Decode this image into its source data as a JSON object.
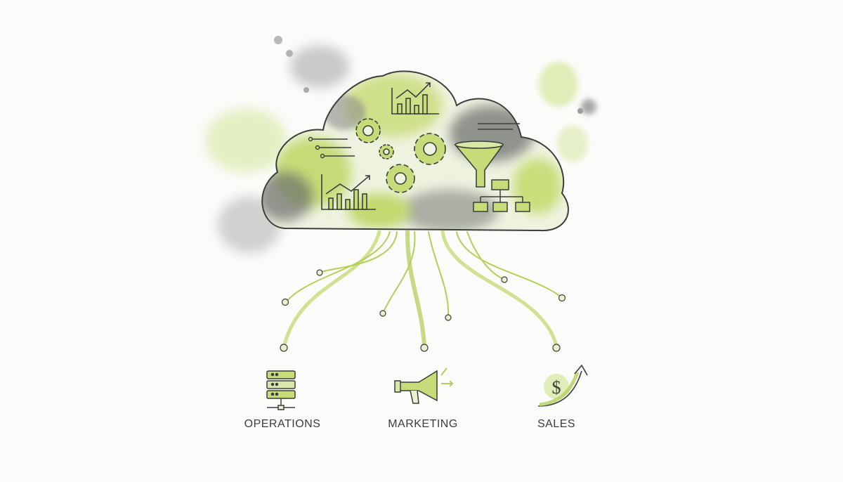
{
  "palette": {
    "green": "#b4cf5c",
    "green_light": "#d9e8a6",
    "ink": "#3b3f3b",
    "gray": "#8a8d8a"
  },
  "cloud": {
    "icons": [
      "line-chart-icon",
      "gear-icon",
      "funnel-icon",
      "org-chart-icon",
      "bar-chart-icon"
    ]
  },
  "departments": [
    {
      "label": "OPERATIONS",
      "icon": "server-stack-icon"
    },
    {
      "label": "MARKETING",
      "icon": "megaphone-icon"
    },
    {
      "label": "SALES",
      "icon": "dollar-growth-icon"
    }
  ]
}
